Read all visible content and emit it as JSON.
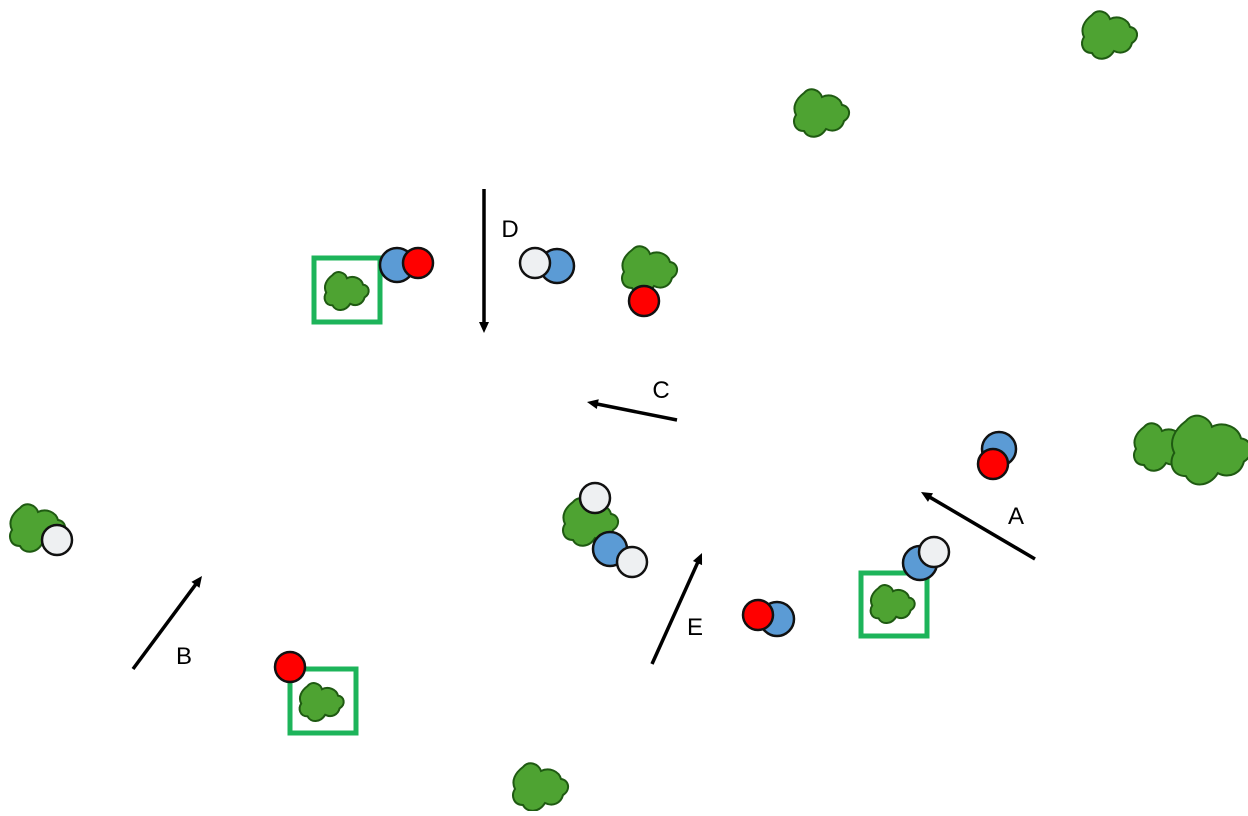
{
  "colors": {
    "background": "#ffffff",
    "plant_fill": "#4ea332",
    "plant_stroke": "#1f5a12",
    "marker_red": "#ff0000",
    "marker_blue": "#5b9bd5",
    "marker_white": "#eef0f2",
    "marker_stroke": "#111111",
    "target_box": "#1db45a",
    "arrow": "#000000"
  },
  "arrows": [
    {
      "label": "A"
    },
    {
      "label": "B"
    },
    {
      "label": "C"
    },
    {
      "label": "D"
    },
    {
      "label": "E"
    }
  ]
}
